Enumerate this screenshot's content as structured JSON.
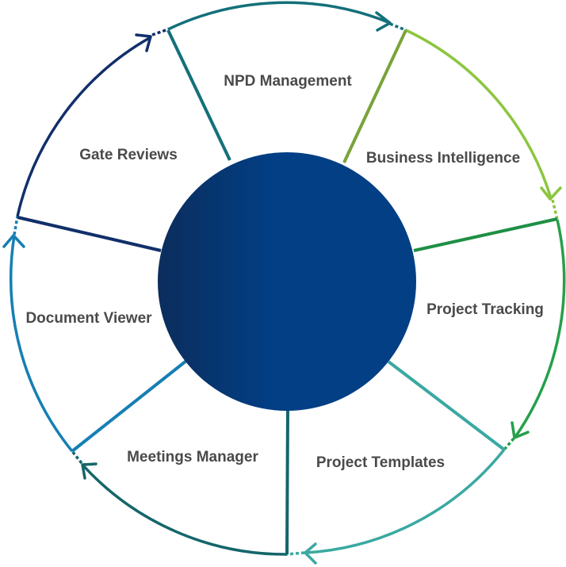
{
  "diagram": {
    "segments": [
      {
        "label": "NPD Management"
      },
      {
        "label": "Business Intelligence"
      },
      {
        "label": "Project Tracking"
      },
      {
        "label": "Project Templates"
      },
      {
        "label": "Meetings Manager"
      },
      {
        "label": "Document Viewer"
      },
      {
        "label": "Gate Reviews"
      }
    ],
    "colors": {
      "center_dark": "#0b2d5c",
      "center_light": "#023f85",
      "npd_arc": "#13707a",
      "npd_divider": "#13707a",
      "bi_arc": "#8cc63f",
      "bi_divider": "#7aa33a",
      "tracking_arc": "#25a049",
      "tracking_divider": "#1f8f45",
      "templates_arc": "#3aa9a1",
      "templates_divider": "#3aa9a1",
      "meetings_arc": "#14666a",
      "meetings_divider": "#14666a",
      "document_arc": "#167fb3",
      "document_divider": "#167fb3",
      "gate_arc": "#112f6a",
      "gate_divider": "#112f6a",
      "label_text": "#4a4a4a"
    }
  }
}
